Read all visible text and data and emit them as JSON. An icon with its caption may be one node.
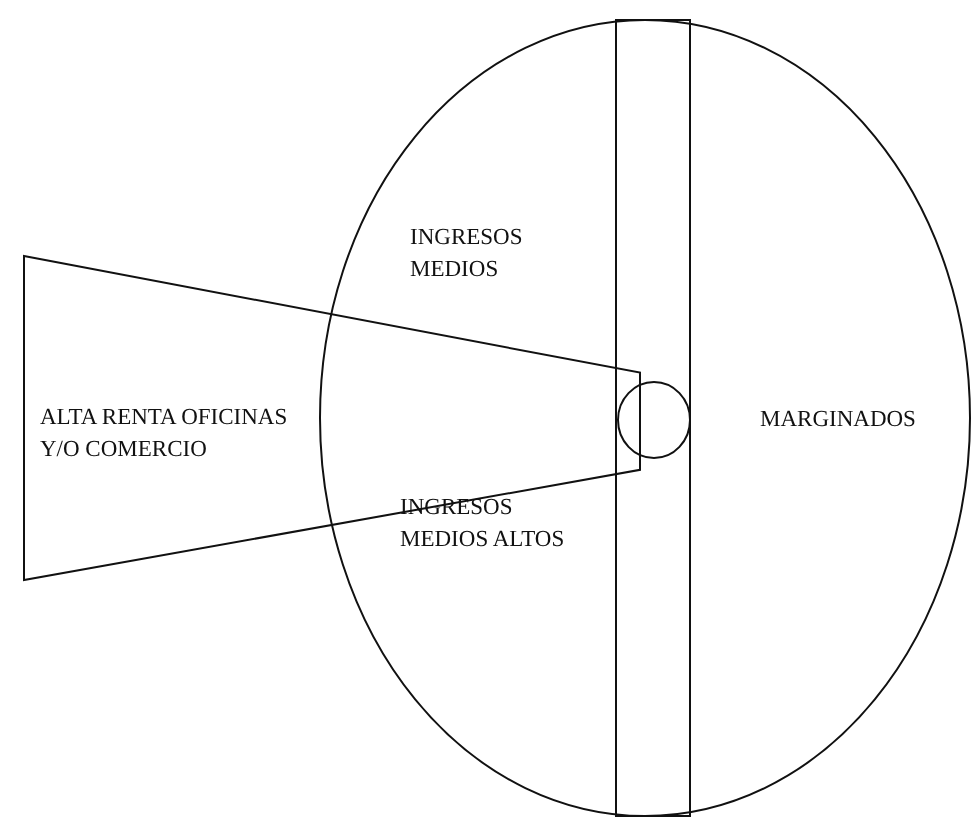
{
  "diagram": {
    "nodes": [
      {
        "text": [],
        "shape": "ellipse"
      },
      {
        "text": [],
        "shape": "bar",
        "in": 0
      },
      {
        "text": [],
        "shape": "circle",
        "in": 1
      },
      {
        "text": [
          "ALTA RENTA OFICINAS Y/O COMERCIO"
        ]
      }
    ],
    "labels": [
      "INGRESOS MEDIOS",
      "MARGINADOS",
      "INGRESOS MEDIOS ALTOS"
    ]
  }
}
